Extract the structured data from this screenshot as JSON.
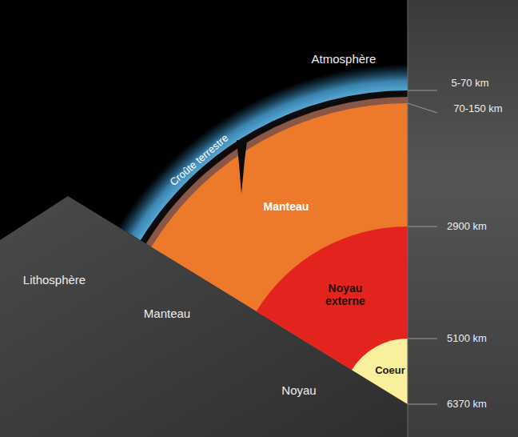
{
  "diagram": {
    "labels": [
      "Atmosphère",
      "5-70 km",
      "70-150 km",
      "Croûte terrestre",
      "Manteau",
      "2900 km",
      "Lithosphère",
      "Noyau externe",
      "Manteau",
      "5100 km",
      "Coeur",
      "Noyau",
      "6370 km"
    ]
  }
}
